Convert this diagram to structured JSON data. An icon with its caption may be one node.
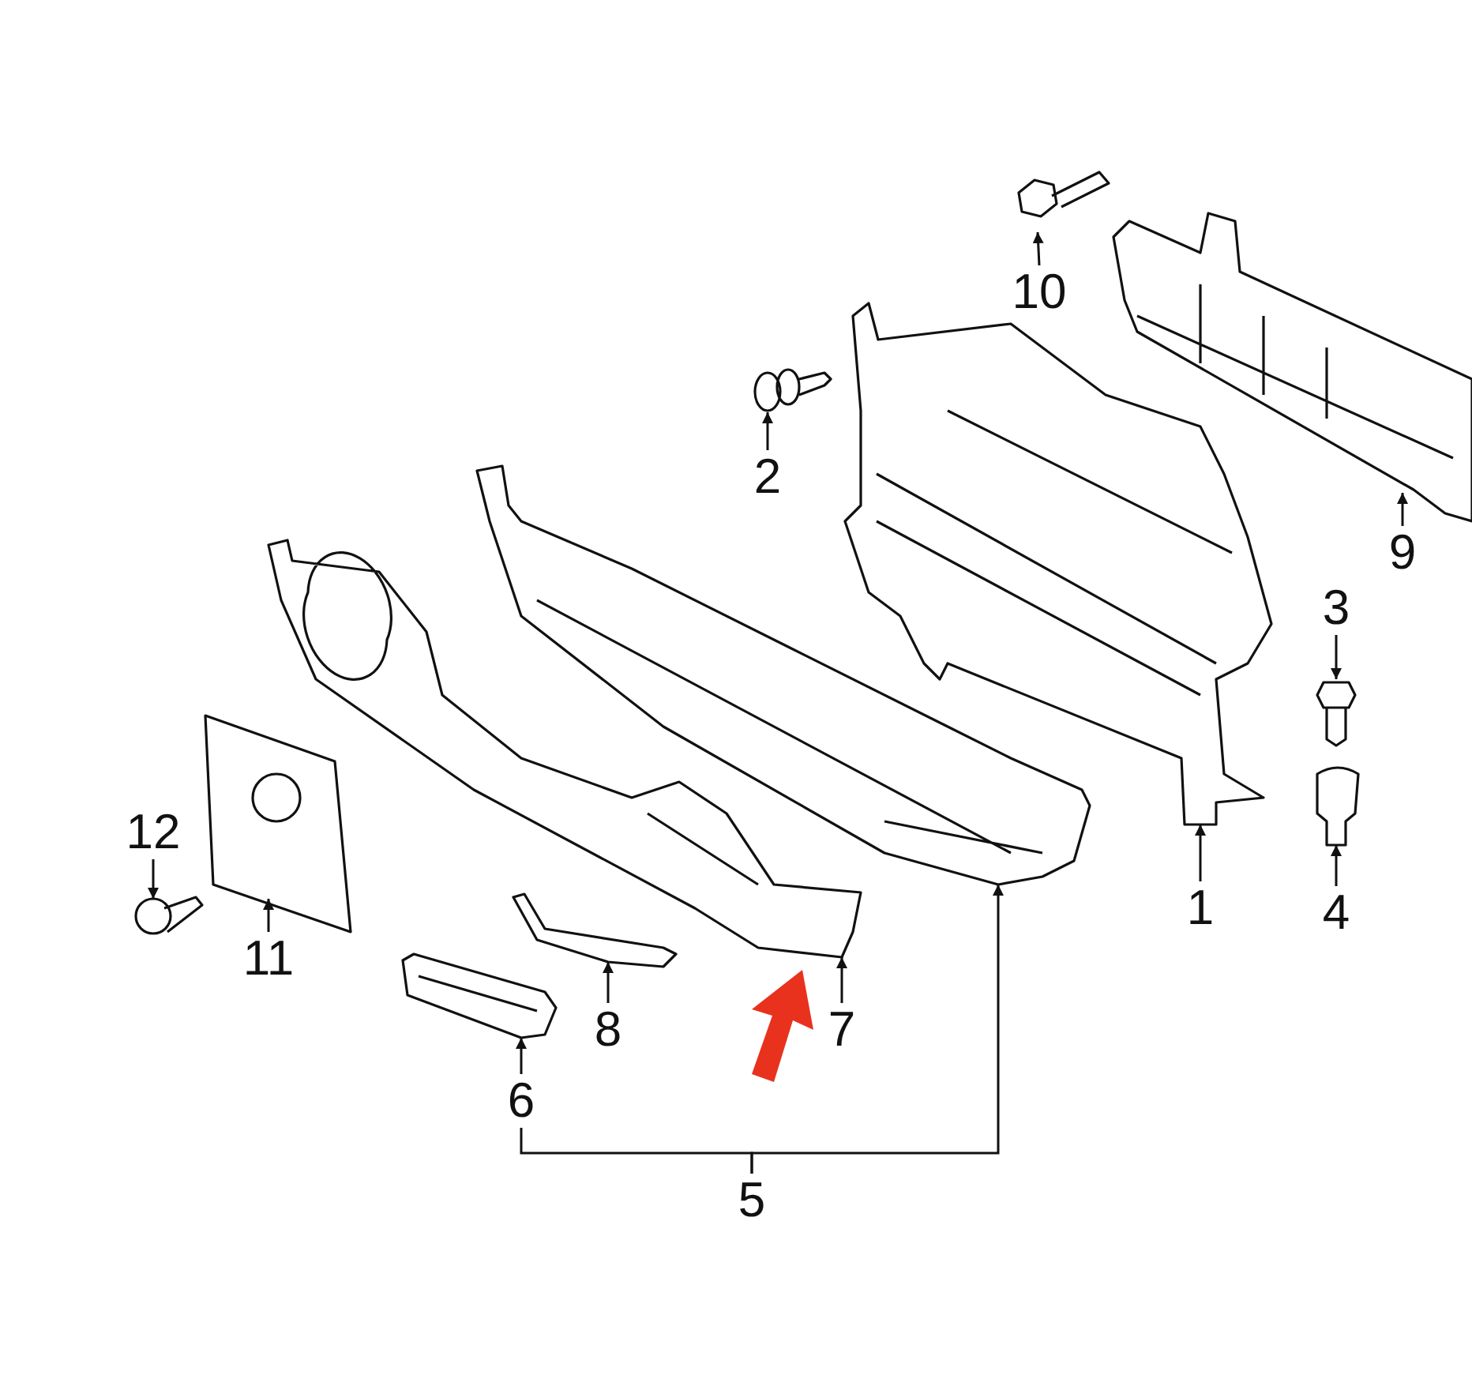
{
  "diagram": {
    "nodes": [
      {
        "text": [],
        "shape": "picture"
      },
      {
        "text": [
          "10"
        ]
      },
      {
        "text": [],
        "shape": "picture"
      },
      {
        "text": [
          "2"
        ]
      },
      {
        "text": [],
        "shape": "picture"
      },
      {
        "text": [
          "9"
        ]
      },
      {
        "text": [],
        "shape": "picture"
      },
      {
        "text": [],
        "shape": "picture"
      },
      {
        "text": [
          "3"
        ]
      },
      {
        "text": [],
        "shape": "picture"
      },
      {
        "text": [
          "4"
        ]
      },
      {
        "text": [
          "1"
        ]
      },
      {
        "text": [],
        "shape": "picture"
      },
      {
        "text": [],
        "shape": "picture"
      },
      {
        "text": [],
        "shape": "picture"
      },
      {
        "text": [],
        "shape": "picture"
      },
      {
        "text": [
          "12"
        ]
      },
      {
        "text": [
          "11"
        ]
      },
      {
        "text": [],
        "shape": "picture"
      },
      {
        "text": [
          "8"
        ]
      },
      {
        "text": [
          "7"
        ]
      },
      {
        "text": [],
        "shape": "picture"
      },
      {
        "text": [
          "6"
        ]
      },
      {
        "text": [
          "5"
        ]
      }
    ],
    "edges": [
      {
        "from": 1,
        "to": 0,
        "arrow": "to"
      },
      {
        "from": 3,
        "to": 2,
        "arrow": "to"
      },
      {
        "from": 5,
        "to": 4,
        "arrow": "to"
      },
      {
        "from": 8,
        "to": 7,
        "arrow": "to"
      },
      {
        "from": 10,
        "to": 9,
        "arrow": "to"
      },
      {
        "from": 11,
        "to": 6,
        "arrow": "to"
      },
      {
        "from": 16,
        "to": 15,
        "arrow": "to"
      },
      {
        "from": 17,
        "to": 14,
        "arrow": "to"
      },
      {
        "from": 19,
        "to": 18,
        "arrow": "to"
      },
      {
        "from": 20,
        "to": 13,
        "arrow": "to"
      },
      {
        "from": 22,
        "to": 21,
        "arrow": "to"
      },
      {
        "from": 23,
        "to": 12,
        "arrow": "to"
      },
      {
        "from": 23,
        "to": 22,
        "arrow": "none"
      }
    ]
  }
}
